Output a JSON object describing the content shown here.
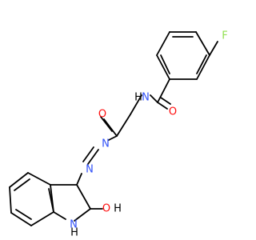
{
  "molecule": {
    "atoms": {
      "fluorine": "F",
      "amide_nh": "N",
      "amide_h": "H",
      "benzamide_o": "O",
      "acyl_o": "O",
      "azo_n1": "N",
      "azo_n2": "N",
      "indole_h": "H",
      "indole_n": "N",
      "hydroxyl": "O",
      "hydroxyl_h": "H"
    },
    "colors": {
      "bond": "#000000",
      "F": "#90E050",
      "N": "#3050F8",
      "O": "#FF0D0D",
      "H": "#000000"
    }
  }
}
